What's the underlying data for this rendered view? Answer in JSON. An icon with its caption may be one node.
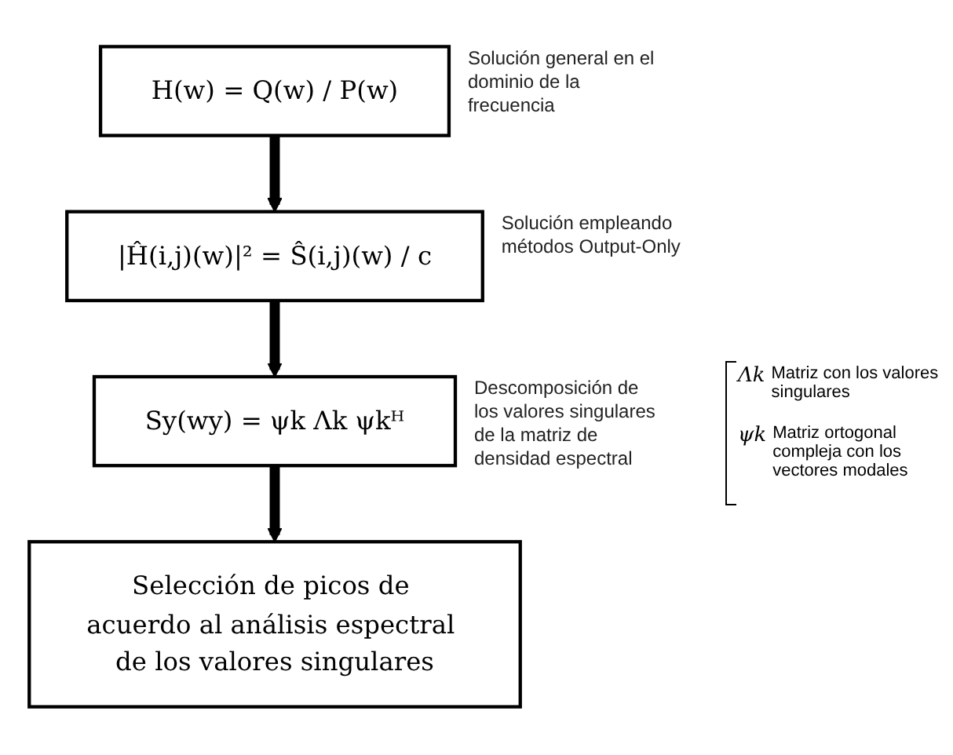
{
  "diagram": {
    "nodes": [
      {
        "text": [
          "H(w) = Q(w) / P(w)"
        ],
        "beside": [
          "Solución general en el dominio de la frecuencia"
        ]
      },
      {
        "text": [
          "|Ĥ(i,j)(w)|² = Ŝ(i,j)(w) / c"
        ],
        "beside": [
          "Solución empleando métodos Output-Only"
        ]
      },
      {
        "text": [
          "Sy(wy) = ψk Λk ψkᴴ"
        ],
        "beside": [
          "Descomposición de los valores singulares de la matriz de densidad espectral"
        ]
      },
      {
        "text": [
          "Selección de picos de acuerdo al análisis espectral de los valores singulares"
        ]
      }
    ],
    "edges": [
      {
        "from": 0,
        "to": 1,
        "arrow": "to"
      },
      {
        "from": 1,
        "to": 2,
        "arrow": "to"
      },
      {
        "from": 2,
        "to": 3,
        "arrow": "to"
      }
    ],
    "labels": [
      "Λk",
      "Matriz con los valores singulares",
      "ψk",
      "Matriz ortogonal compleja con los vectores modales"
    ]
  }
}
